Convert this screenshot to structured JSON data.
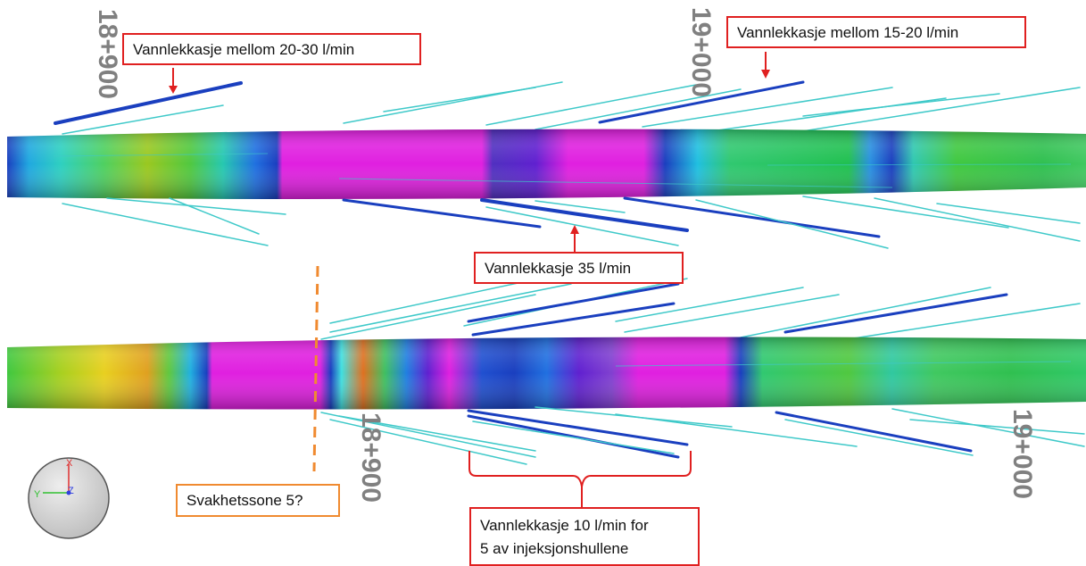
{
  "stations": {
    "top_18900": "18+900",
    "top_19000": "19+000",
    "bottom_18900": "18+900",
    "bottom_19000": "19+000"
  },
  "callouts": {
    "leak_20_30": "Vannlekkasje mellom 20-30 l/min",
    "leak_15_20": "Vannlekkasje mellom 15-20 l/min",
    "leak_35": "Vannlekkasje 35 l/min",
    "weak_zone": "Svakhetssone 5?",
    "leak_10_line1": "Vannlekkasje 10 l/min for",
    "leak_10_line2": "5 av injeksjonshullene"
  },
  "axes_widget": {
    "x_label": "X",
    "y_label": "Y",
    "z_label": "Z"
  },
  "colors": {
    "arrow_red": "#e02020",
    "weak_zone_orange": "#f08a30",
    "hole_cyan": "#3fc9c9",
    "hole_blue": "#1a3fbf",
    "magenta": "#e020e0"
  }
}
